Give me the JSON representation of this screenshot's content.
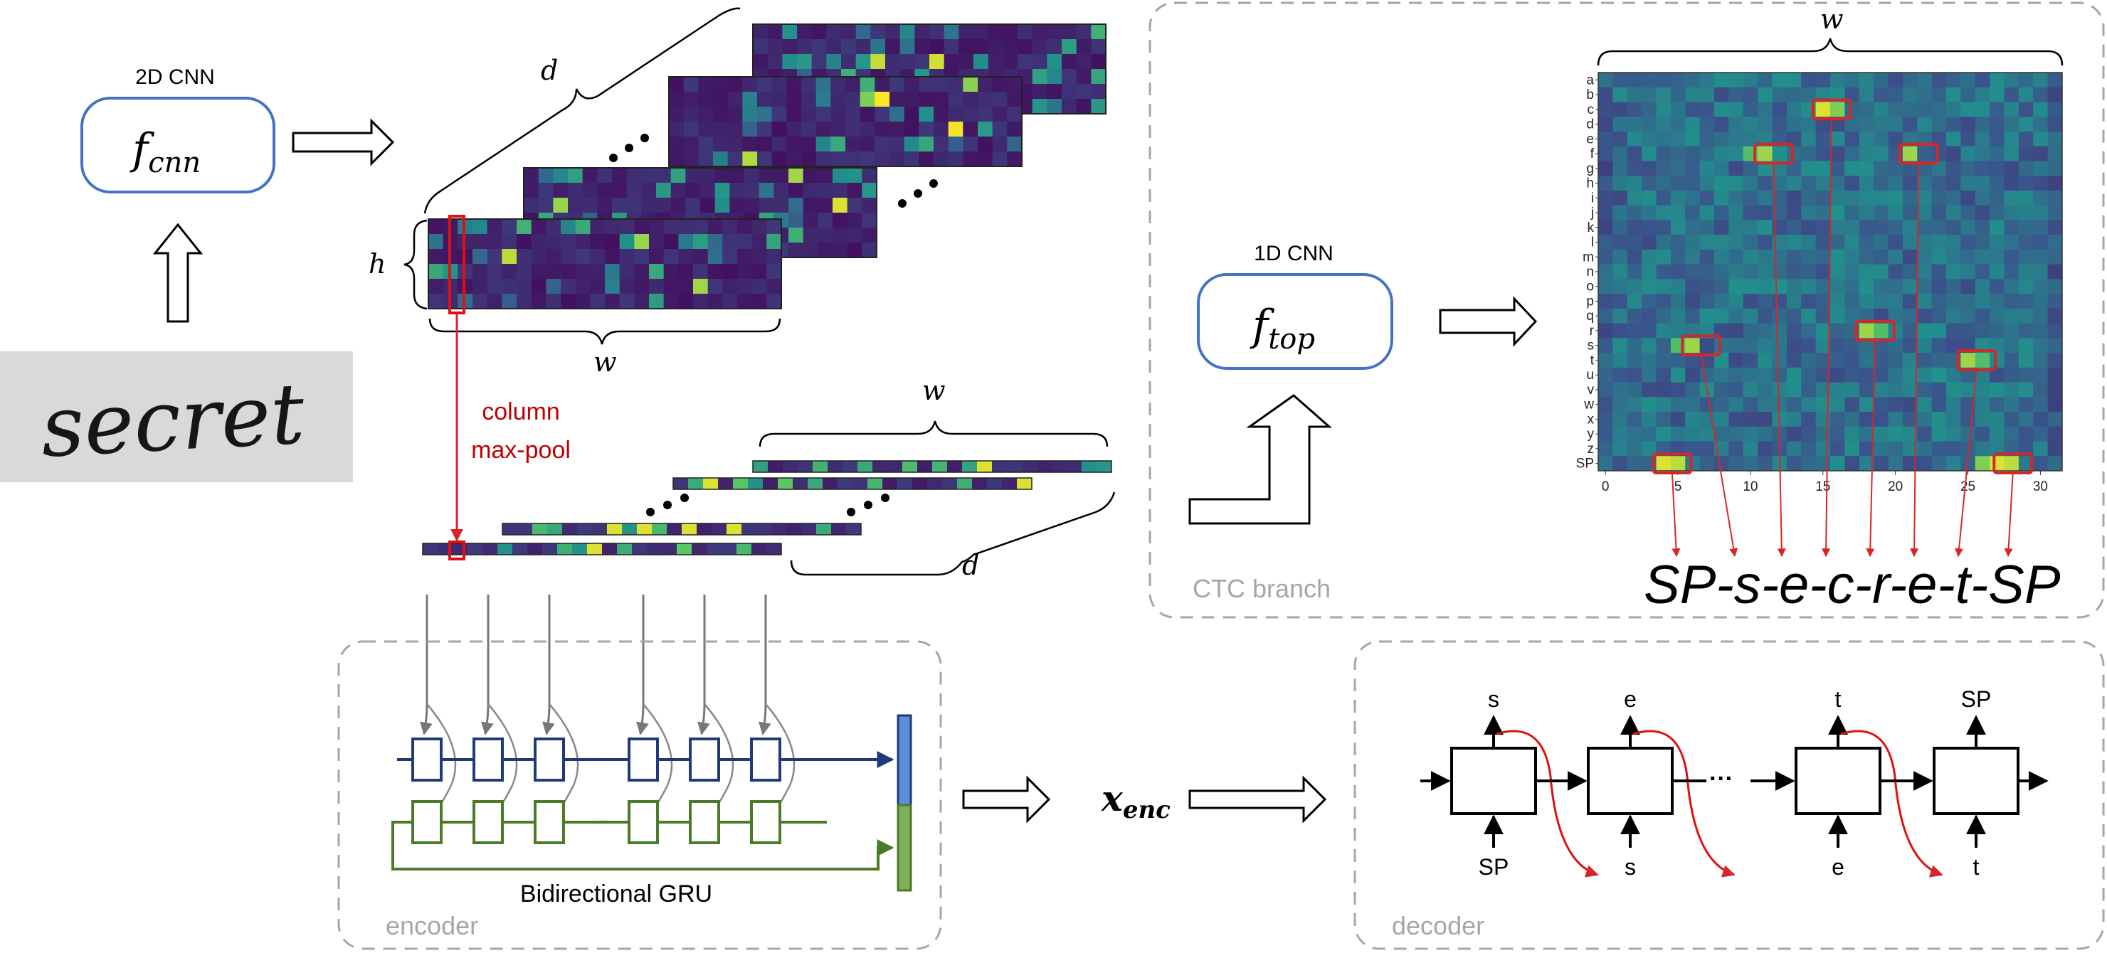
{
  "input_image": {
    "word": "secret"
  },
  "cnn2d": {
    "caption": "2D CNN",
    "func_base": "f",
    "func_sub": "cnn"
  },
  "feature_maps": {
    "depth_label": "d",
    "height_label": "h",
    "width_label": "w"
  },
  "pool": {
    "line1": "column",
    "line2": "max-pool",
    "width_label": "w",
    "depth_label": "d"
  },
  "ctc": {
    "caption": "1D CNN",
    "func_base": "f",
    "func_sub": "top",
    "branch_label": "CTC branch",
    "width_label": "w",
    "decoded": "SP-s-e-c-r-e-t-SP"
  },
  "heatmap": {
    "row_labels": [
      "a",
      "b",
      "c",
      "d",
      "e",
      "f",
      "g",
      "h",
      "i",
      "j",
      "k",
      "l",
      "m",
      "n",
      "o",
      "p",
      "q",
      "r",
      "s",
      "t",
      "u",
      "v",
      "w",
      "x",
      "y",
      "z",
      "SP"
    ],
    "x_ticks": [
      "0",
      "5",
      "10",
      "15",
      "20",
      "25",
      "30"
    ]
  },
  "encoder": {
    "label": "encoder",
    "gru_label": "Bidirectional GRU",
    "output_base": "x",
    "output_sub": "enc"
  },
  "decoder": {
    "label": "decoder",
    "outputs": [
      "s",
      "e",
      "t",
      "SP"
    ],
    "inputs": [
      "SP",
      "s",
      "e",
      "t"
    ]
  },
  "colors": {
    "box_blue": "#4472c4",
    "red": "#d62728",
    "grey_dash": "#a6a6a6",
    "gru_forward": "#1f3a7a",
    "gru_backward": "#4a7a2a",
    "enc_top": "#5b8fd6",
    "enc_bottom": "#7fb05a"
  }
}
